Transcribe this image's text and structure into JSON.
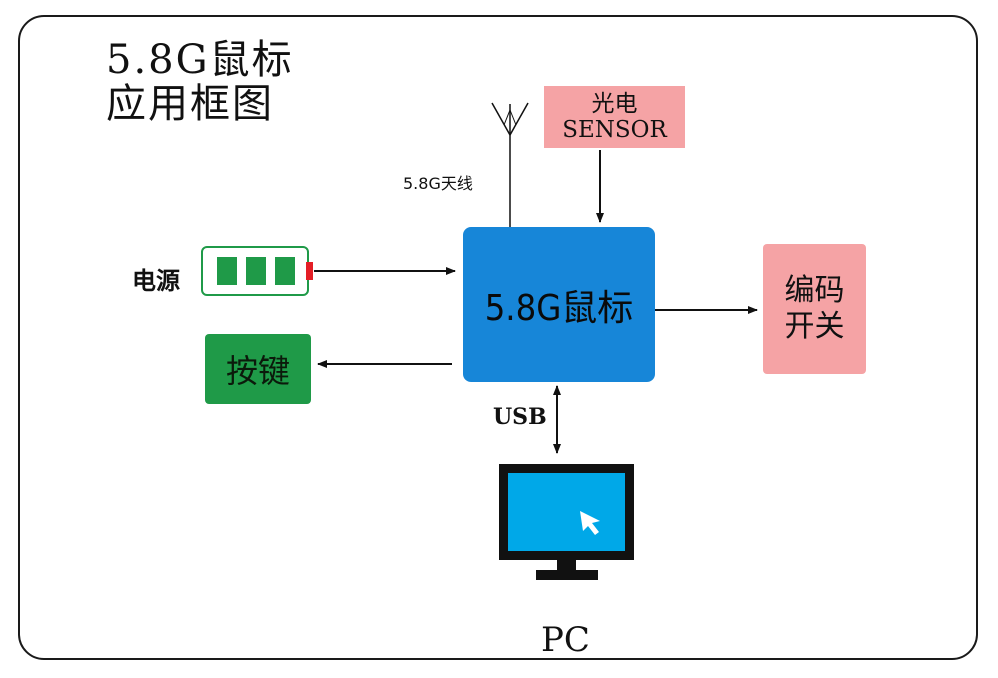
{
  "title": {
    "line1": "5.8G鼠标",
    "line2": "应用框图"
  },
  "nodes": {
    "mcu": "5.8G鼠标",
    "sensor": {
      "line1": "光电",
      "line2": "SENSOR"
    },
    "encoder": {
      "line1": "编码",
      "line2": "开关"
    },
    "keys": "按键",
    "power": "电源",
    "antenna": "5.8G天线",
    "usb": "USB",
    "pc": "PC"
  },
  "colors": {
    "mcu": "#1786d8",
    "sensor": "#f5a3a5",
    "encoder": "#f5a3a5",
    "keys": "#1f9a48",
    "battery": "#1f9a48",
    "battery_terminal": "#e41e26",
    "screen": "#00a8e8"
  },
  "icons": [
    "antenna-icon",
    "battery-icon",
    "monitor-icon",
    "cursor-icon"
  ]
}
